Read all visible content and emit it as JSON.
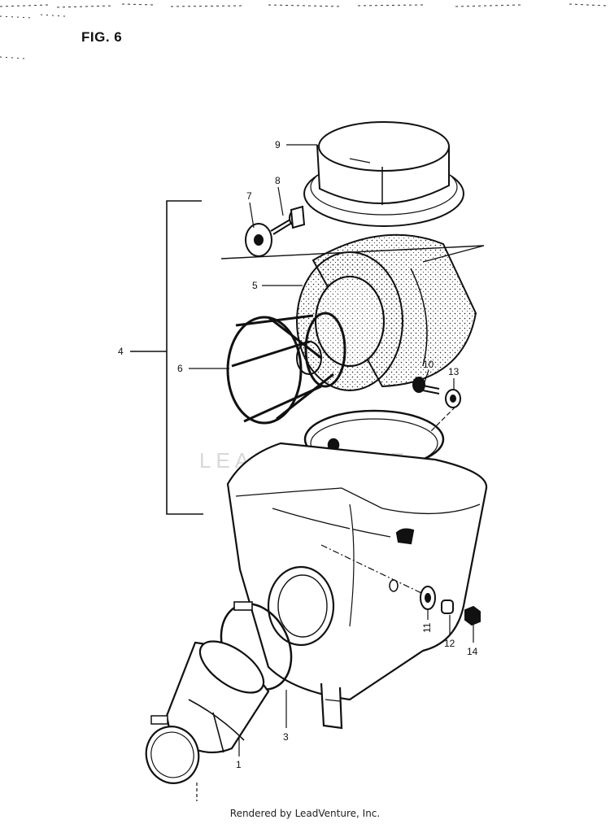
{
  "figure": {
    "title": "FIG. 6"
  },
  "watermark": "LEADVENTURE",
  "footer": {
    "text": "Rendered by LeadVenture, Inc."
  },
  "callouts": [
    {
      "id": "1",
      "label": "1"
    },
    {
      "id": "3",
      "label": "3"
    },
    {
      "id": "4",
      "label": "4"
    },
    {
      "id": "5",
      "label": "5"
    },
    {
      "id": "6",
      "label": "6"
    },
    {
      "id": "7",
      "label": "7"
    },
    {
      "id": "8",
      "label": "8"
    },
    {
      "id": "9",
      "label": "9"
    },
    {
      "id": "10",
      "label": "10"
    },
    {
      "id": "11",
      "label": "11"
    },
    {
      "id": "12",
      "label": "12"
    },
    {
      "id": "13",
      "label": "13"
    },
    {
      "id": "14",
      "label": "14"
    }
  ],
  "colors": {
    "ink": "#111111",
    "paper": "#ffffff",
    "watermark": "#d8d8d8"
  }
}
